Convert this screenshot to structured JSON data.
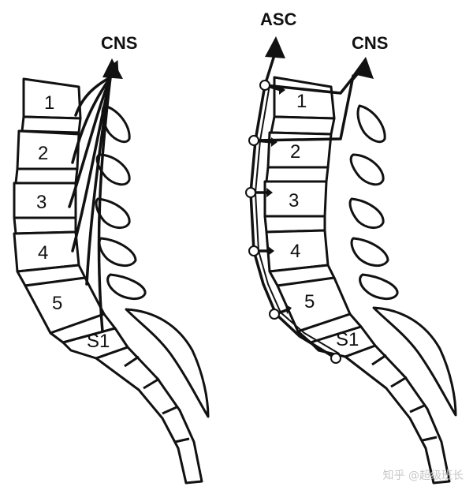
{
  "left_diagram": {
    "pathway_label": "CNS",
    "vertebrae": [
      "1",
      "2",
      "3",
      "4",
      "5",
      "S1"
    ]
  },
  "right_diagram": {
    "ascending_label": "ASC",
    "pathway_label": "CNS",
    "vertebrae": [
      "1",
      "2",
      "3",
      "4",
      "5",
      "S1"
    ]
  },
  "watermark": "知乎 @超级班长"
}
